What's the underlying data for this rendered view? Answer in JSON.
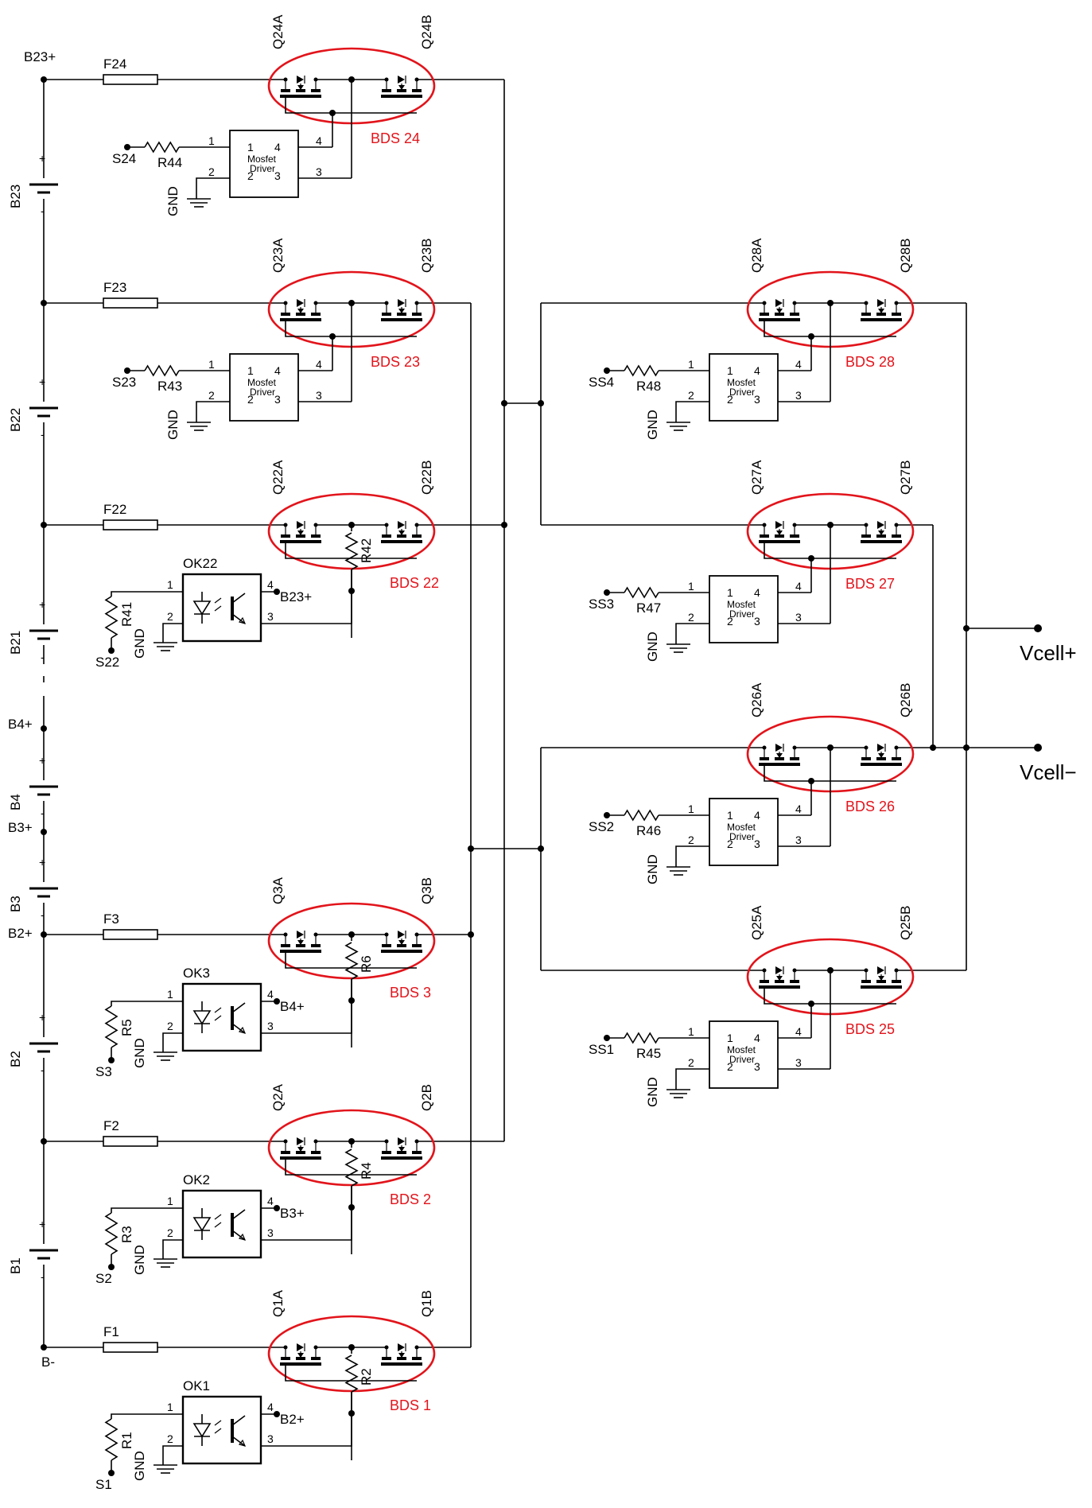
{
  "colors": {
    "wire": "#000000",
    "highlight": "#e2141b",
    "background": "#ffffff"
  },
  "cell_terminals": {
    "b23_plus": "B23+",
    "b4_plus": "B4+",
    "b3_plus": "B3+",
    "b2_plus": "B2+",
    "b_minus": "B-"
  },
  "batteries": [
    {
      "name": "B23"
    },
    {
      "name": "B22"
    },
    {
      "name": "B21"
    },
    {
      "name": "B4"
    },
    {
      "name": "B3"
    },
    {
      "name": "B2"
    },
    {
      "name": "B1"
    }
  ],
  "polarity": {
    "plus": "+",
    "minus": "-"
  },
  "left_switches": [
    {
      "fuse": "F24",
      "qa": "Q24A",
      "qb": "Q24B",
      "bds": "BDS 24",
      "driver": "mosfet",
      "resistor": "R44",
      "signal": "S24"
    },
    {
      "fuse": "F23",
      "qa": "Q23A",
      "qb": "Q23B",
      "bds": "BDS 23",
      "driver": "mosfet",
      "resistor": "R43",
      "signal": "S23"
    },
    {
      "fuse": "F22",
      "qa": "Q22A",
      "qb": "Q22B",
      "bds": "BDS 22",
      "driver": "opto",
      "ok": "OK22",
      "gate_r": "R42",
      "resistor": "R41",
      "signal": "S22",
      "out": "B23+"
    },
    {
      "fuse": "F3",
      "qa": "Q3A",
      "qb": "Q3B",
      "bds": "BDS 3",
      "driver": "opto",
      "ok": "OK3",
      "gate_r": "R6",
      "resistor": "R5",
      "signal": "S3",
      "out": "B4+"
    },
    {
      "fuse": "F2",
      "qa": "Q2A",
      "qb": "Q2B",
      "bds": "BDS 2",
      "driver": "opto",
      "ok": "OK2",
      "gate_r": "R4",
      "resistor": "R3",
      "signal": "S2",
      "out": "B3+"
    },
    {
      "fuse": "F1",
      "qa": "Q1A",
      "qb": "Q1B",
      "bds": "BDS 1",
      "driver": "opto",
      "ok": "OK1",
      "gate_r": "R2",
      "resistor": "R1",
      "signal": "S1",
      "out": "B2+"
    }
  ],
  "right_switches": [
    {
      "qa": "Q28A",
      "qb": "Q28B",
      "bds": "BDS 28",
      "resistor": "R48",
      "signal": "SS4"
    },
    {
      "qa": "Q27A",
      "qb": "Q27B",
      "bds": "BDS 27",
      "resistor": "R47",
      "signal": "SS3"
    },
    {
      "qa": "Q26A",
      "qb": "Q26B",
      "bds": "BDS 26",
      "resistor": "R46",
      "signal": "SS2"
    },
    {
      "qa": "Q25A",
      "qb": "Q25B",
      "bds": "BDS 25",
      "resistor": "R45",
      "signal": "SS1"
    }
  ],
  "driver_text": {
    "line1": "Mosfet",
    "line2": "Driver"
  },
  "pins": {
    "p1": "1",
    "p2": "2",
    "p3": "3",
    "p4": "4"
  },
  "gnd": "GND",
  "outputs": {
    "vcell_plus": "Vcell+",
    "vcell_minus": "Vcell−"
  }
}
